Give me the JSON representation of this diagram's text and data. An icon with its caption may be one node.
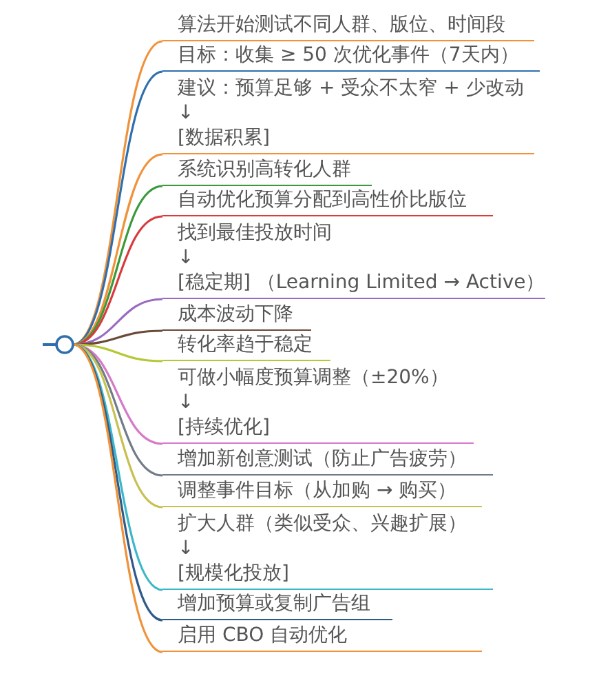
{
  "diagram": {
    "nodes": [
      {
        "text": [],
        "shape": "circle"
      },
      {
        "text": [
          "算法开始测试不同人群、版位、时间段"
        ]
      },
      {
        "text": [
          "目标：收集 ≥ 50 次优化事件（7天内）"
        ]
      },
      {
        "text": [
          "建议：预算足够 + 受众不太窄 + 少改动",
          "↓",
          "[数据积累]"
        ]
      },
      {
        "text": [
          "系统识别高转化人群"
        ]
      },
      {
        "text": [
          "自动优化预算分配到高性价比版位"
        ]
      },
      {
        "text": [
          "找到最佳投放时间",
          "↓",
          "[稳定期] （Learning Limited → Active）"
        ]
      },
      {
        "text": [
          "成本波动下降"
        ]
      },
      {
        "text": [
          "转化率趋于稳定"
        ]
      },
      {
        "text": [
          "可做小幅度预算调整（±20%）",
          "↓",
          "[持续优化]"
        ]
      },
      {
        "text": [
          "增加新创意测试（防止广告疲劳）"
        ]
      },
      {
        "text": [
          "调整事件目标（从加购 → 购买）"
        ]
      },
      {
        "text": [
          "扩大人群（类似受众、兴趣扩展）",
          "↓",
          "[规模化投放]"
        ]
      },
      {
        "text": [
          "增加预算或复制广告组"
        ]
      },
      {
        "text": [
          "启用 CBO 自动优化"
        ]
      }
    ],
    "edges": [
      {
        "from": 0,
        "to": 1,
        "arrow": "none",
        "color": "#f0923a"
      },
      {
        "from": 0,
        "to": 2,
        "arrow": "none",
        "color": "#2f6fad"
      },
      {
        "from": 0,
        "to": 3,
        "arrow": "none",
        "color": "#f0923a"
      },
      {
        "from": 0,
        "to": 4,
        "arrow": "none",
        "color": "#3a9a3a"
      },
      {
        "from": 0,
        "to": 5,
        "arrow": "none",
        "color": "#d93a3a"
      },
      {
        "from": 0,
        "to": 6,
        "arrow": "none",
        "color": "#9a6ac0"
      },
      {
        "from": 0,
        "to": 7,
        "arrow": "none",
        "color": "#6b4a3a"
      },
      {
        "from": 0,
        "to": 8,
        "arrow": "none",
        "color": "#b5c832"
      },
      {
        "from": 0,
        "to": 9,
        "arrow": "none",
        "color": "#d67ac8"
      },
      {
        "from": 0,
        "to": 10,
        "arrow": "none",
        "color": "#6f7b87"
      },
      {
        "from": 0,
        "to": 11,
        "arrow": "none",
        "color": "#c8c050"
      },
      {
        "from": 0,
        "to": 12,
        "arrow": "none",
        "color": "#3ab8c8"
      },
      {
        "from": 0,
        "to": 13,
        "arrow": "none",
        "color": "#2f5a8a"
      },
      {
        "from": 0,
        "to": 14,
        "arrow": "none",
        "color": "#f0923a"
      }
    ]
  }
}
